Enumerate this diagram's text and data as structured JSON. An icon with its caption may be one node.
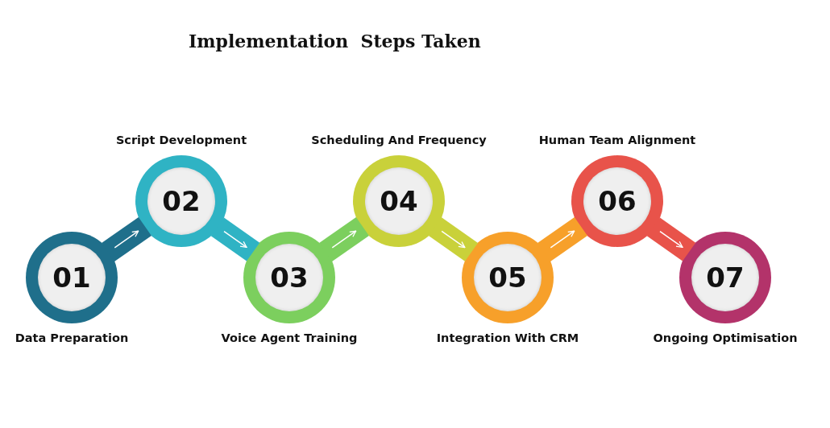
{
  "diagram": {
    "title": "Implementation  Steps Taken",
    "nodes": [
      {
        "text": [
          "01"
        ],
        "beside": [
          "Data Preparation"
        ]
      },
      {
        "text": [
          "02"
        ],
        "beside": [
          "Script Development"
        ]
      },
      {
        "text": [
          "03"
        ],
        "beside": [
          "Voice Agent Training"
        ]
      },
      {
        "text": [
          "04"
        ],
        "beside": [
          "Scheduling And Frequency"
        ]
      },
      {
        "text": [
          "05"
        ],
        "beside": [
          "Integration With CRM"
        ]
      },
      {
        "text": [
          "06"
        ],
        "beside": [
          "Human Team Alignment"
        ]
      },
      {
        "text": [
          "07"
        ],
        "beside": [
          "Ongoing Optimisation"
        ]
      }
    ],
    "edges": [
      {
        "from": 0,
        "to": 1,
        "arrow": "to",
        "color": "#1f6f8b"
      },
      {
        "from": 1,
        "to": 2,
        "arrow": "to",
        "color": "#2fb3c4"
      },
      {
        "from": 2,
        "to": 3,
        "arrow": "to",
        "color": "#7ccf5e"
      },
      {
        "from": 3,
        "to": 4,
        "arrow": "to",
        "color": "#c9d13a"
      },
      {
        "from": 4,
        "to": 5,
        "arrow": "to",
        "color": "#f7a02a"
      },
      {
        "from": 5,
        "to": 6,
        "arrow": "to",
        "color": "#e8534a"
      }
    ]
  }
}
